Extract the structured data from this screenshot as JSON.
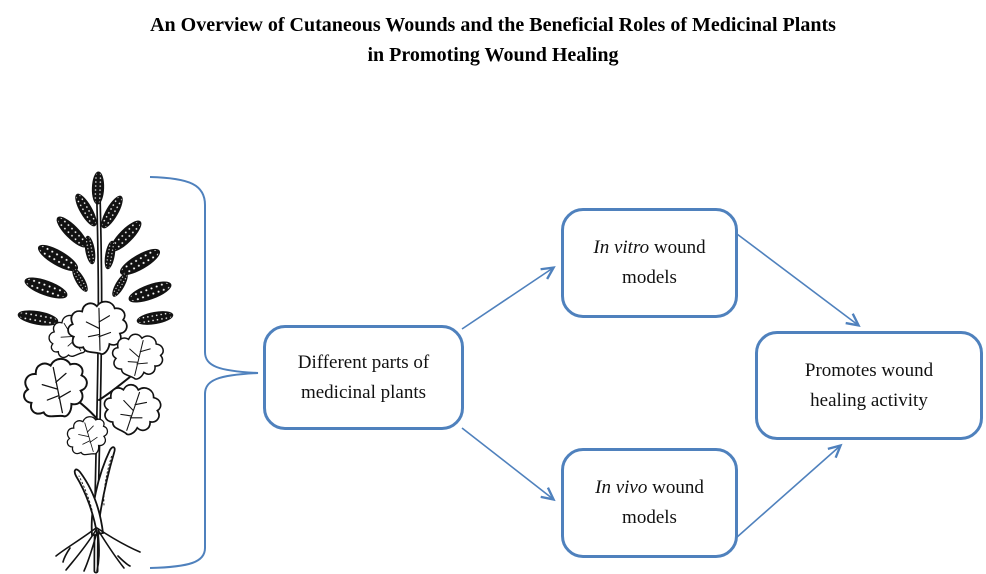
{
  "title": {
    "line1": "An Overview of Cutaneous Wounds and the Beneficial Roles of Medicinal Plants",
    "line2": "in Promoting Wound Healing"
  },
  "colors": {
    "accent": "#4f81bd",
    "ink": "#000000",
    "background": "#ffffff"
  },
  "diagram": {
    "plant": {
      "icon": "medicinal-plant-illustration"
    },
    "boxes": {
      "source": {
        "line1": "Different parts of",
        "line2": "medicinal plants"
      },
      "in_vitro": {
        "line1_italic": "In vitro",
        "line1_rest": " wound",
        "line2": "models"
      },
      "in_vivo": {
        "line1_italic": "In vivo",
        "line1_rest": " wound",
        "line2": "models"
      },
      "outcome": {
        "line1": "Promotes  wound",
        "line2": "healing activity"
      }
    }
  }
}
